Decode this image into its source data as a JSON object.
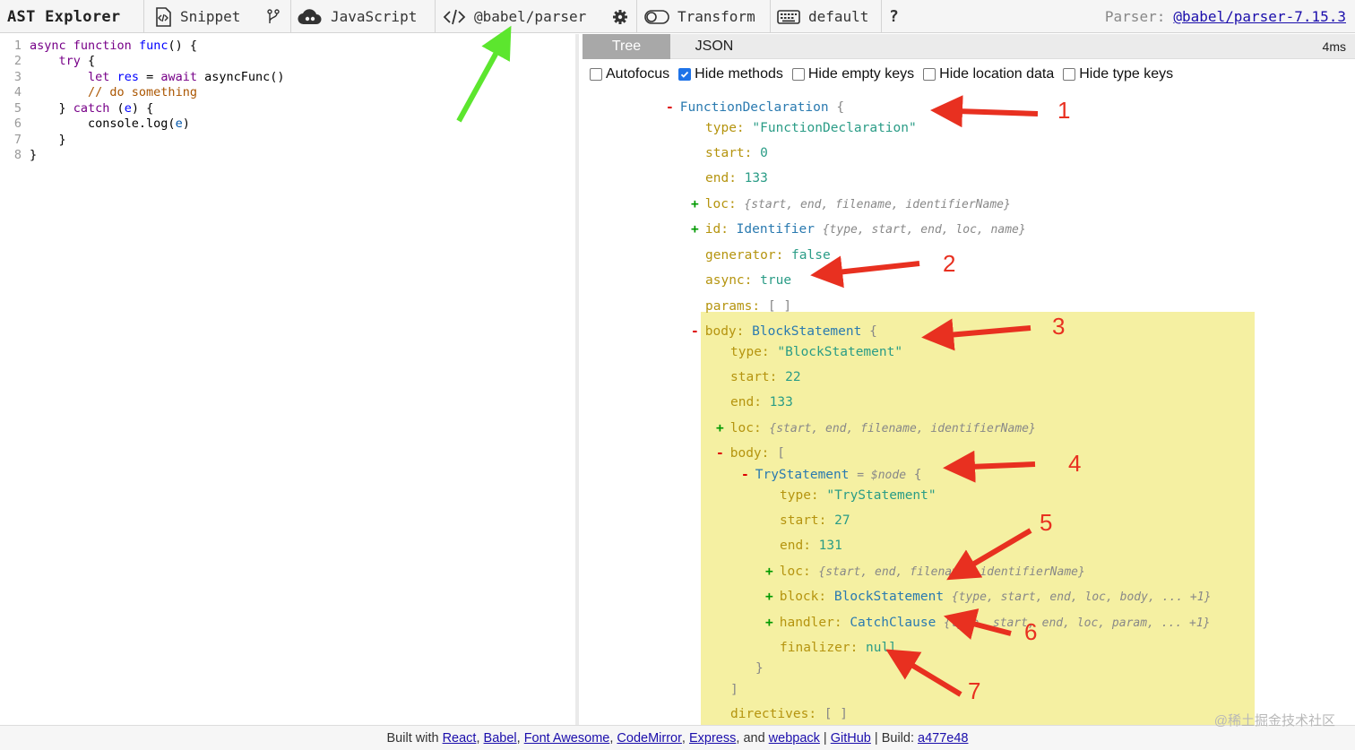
{
  "app": {
    "title": "AST Explorer",
    "accent": "#1e73e8",
    "highlight_color": "#f5f0a2",
    "annotation_color": "#e83020",
    "pointer_color": "#5ce62e"
  },
  "toolbar": {
    "snippet_label": "Snippet",
    "language_label": "JavaScript",
    "parser_label": "@babel/parser",
    "transform_label": "Transform",
    "keymap_label": "default",
    "help_label": "?",
    "parser_info_prefix": "Parser:",
    "parser_version": "@babel/parser-7.15.3",
    "icons": [
      "code-file-icon",
      "fork-icon",
      "cloud-icon",
      "code-icon",
      "gear-icon",
      "toggle-icon",
      "keyboard-icon"
    ]
  },
  "editor": {
    "lines": [
      {
        "n": "1",
        "code": "async function func() {"
      },
      {
        "n": "2",
        "code": "    try {"
      },
      {
        "n": "3",
        "code": "        let res = await asyncFunc()"
      },
      {
        "n": "4",
        "code": "        // do something"
      },
      {
        "n": "5",
        "code": "    } catch (e) {"
      },
      {
        "n": "6",
        "code": "        console.log(e)"
      },
      {
        "n": "7",
        "code": "    }"
      },
      {
        "n": "8",
        "code": "}"
      }
    ]
  },
  "result": {
    "tabs": [
      "Tree",
      "JSON"
    ],
    "active_tab": "Tree",
    "timing": "4ms",
    "options": [
      {
        "label": "Autofocus",
        "checked": false
      },
      {
        "label": "Hide methods",
        "checked": true
      },
      {
        "label": "Hide empty keys",
        "checked": false
      },
      {
        "label": "Hide location data",
        "checked": false
      },
      {
        "label": "Hide type keys",
        "checked": false
      }
    ],
    "tree": [
      {
        "tog": "-",
        "key": "",
        "sep": "",
        "val": "FunctionDeclaration",
        "vt": "type",
        "brace": "{",
        "hint": "",
        "summary": ""
      },
      {
        "tog": "",
        "key": "type",
        "sep": ":",
        "val": "\"FunctionDeclaration\"",
        "vt": "string",
        "brace": "",
        "hint": "",
        "summary": ""
      },
      {
        "tog": "",
        "key": "start",
        "sep": ":",
        "val": "0",
        "vt": "number",
        "brace": "",
        "hint": "",
        "summary": ""
      },
      {
        "tog": "",
        "key": "end",
        "sep": ":",
        "val": "133",
        "vt": "number",
        "brace": "",
        "hint": "",
        "summary": ""
      },
      {
        "tog": "+",
        "key": "loc",
        "sep": ":",
        "val": "",
        "vt": "",
        "brace": "",
        "hint": "",
        "summary": "{start, end, filename, identifierName}"
      },
      {
        "tog": "+",
        "key": "id",
        "sep": ":",
        "val": "Identifier",
        "vt": "type",
        "brace": "",
        "hint": "",
        "summary": "{type, start, end, loc, name}"
      },
      {
        "tog": "",
        "key": "generator",
        "sep": ":",
        "val": "false",
        "vt": "number",
        "brace": "",
        "hint": "",
        "summary": ""
      },
      {
        "tog": "",
        "key": "async",
        "sep": ":",
        "val": "true",
        "vt": "number",
        "brace": "",
        "hint": "",
        "summary": ""
      },
      {
        "tog": "",
        "key": "params",
        "sep": ":",
        "val": "[ ]",
        "vt": "bracket",
        "brace": "",
        "hint": "",
        "summary": ""
      },
      {
        "tog": "-",
        "key": "body",
        "sep": ":",
        "val": "BlockStatement",
        "vt": "type",
        "brace": "{",
        "hint": "",
        "summary": ""
      },
      {
        "tog": "",
        "key": "type",
        "sep": ":",
        "val": "\"BlockStatement\"",
        "vt": "string",
        "brace": "",
        "hint": "",
        "summary": ""
      },
      {
        "tog": "",
        "key": "start",
        "sep": ":",
        "val": "22",
        "vt": "number",
        "brace": "",
        "hint": "",
        "summary": ""
      },
      {
        "tog": "",
        "key": "end",
        "sep": ":",
        "val": "133",
        "vt": "number",
        "brace": "",
        "hint": "",
        "summary": ""
      },
      {
        "tog": "+",
        "key": "loc",
        "sep": ":",
        "val": "",
        "vt": "",
        "brace": "",
        "hint": "",
        "summary": "{start, end, filename, identifierName}"
      },
      {
        "tog": "-",
        "key": "body",
        "sep": ":",
        "val": "[",
        "vt": "bracket",
        "brace": "",
        "hint": "",
        "summary": ""
      },
      {
        "tog": "-",
        "key": "",
        "sep": "",
        "val": "TryStatement",
        "vt": "type",
        "brace": "{",
        "hint": "= $node",
        "summary": ""
      },
      {
        "tog": "",
        "key": "type",
        "sep": ":",
        "val": "\"TryStatement\"",
        "vt": "string",
        "brace": "",
        "hint": "",
        "summary": ""
      },
      {
        "tog": "",
        "key": "start",
        "sep": ":",
        "val": "27",
        "vt": "number",
        "brace": "",
        "hint": "",
        "summary": ""
      },
      {
        "tog": "",
        "key": "end",
        "sep": ":",
        "val": "131",
        "vt": "number",
        "brace": "",
        "hint": "",
        "summary": ""
      },
      {
        "tog": "+",
        "key": "loc",
        "sep": ":",
        "val": "",
        "vt": "",
        "brace": "",
        "hint": "",
        "summary": "{start, end, filename, identifierName}"
      },
      {
        "tog": "+",
        "key": "block",
        "sep": ":",
        "val": "BlockStatement",
        "vt": "type",
        "brace": "",
        "hint": "",
        "summary": "{type, start, end, loc, body, ... +1}"
      },
      {
        "tog": "+",
        "key": "handler",
        "sep": ":",
        "val": "CatchClause",
        "vt": "type",
        "brace": "",
        "hint": "",
        "summary": "{type, start, end, loc, param, ... +1}"
      },
      {
        "tog": "",
        "key": "finalizer",
        "sep": ":",
        "val": "null",
        "vt": "number",
        "brace": "",
        "hint": "",
        "summary": ""
      },
      {
        "tog": "",
        "key": "",
        "sep": "",
        "val": "}",
        "vt": "bracket",
        "brace": "",
        "hint": "",
        "summary": ""
      },
      {
        "tog": "",
        "key": "",
        "sep": "",
        "val": "]",
        "vt": "bracket",
        "brace": "",
        "hint": "",
        "summary": ""
      },
      {
        "tog": "",
        "key": "directives",
        "sep": ":",
        "val": "[ ]",
        "vt": "bracket",
        "brace": "",
        "hint": "",
        "summary": ""
      }
    ]
  },
  "annotations": [
    "1",
    "2",
    "3",
    "4",
    "5",
    "6",
    "7"
  ],
  "footer": {
    "built_with": "Built with",
    "links": [
      "React",
      "Babel",
      "Font Awesome",
      "CodeMirror",
      "Express",
      "webpack",
      "GitHub"
    ],
    "and": "and",
    "build_prefix": "Build:",
    "build_hash": "a477e48"
  },
  "watermark": "@稀土掘金技术社区"
}
